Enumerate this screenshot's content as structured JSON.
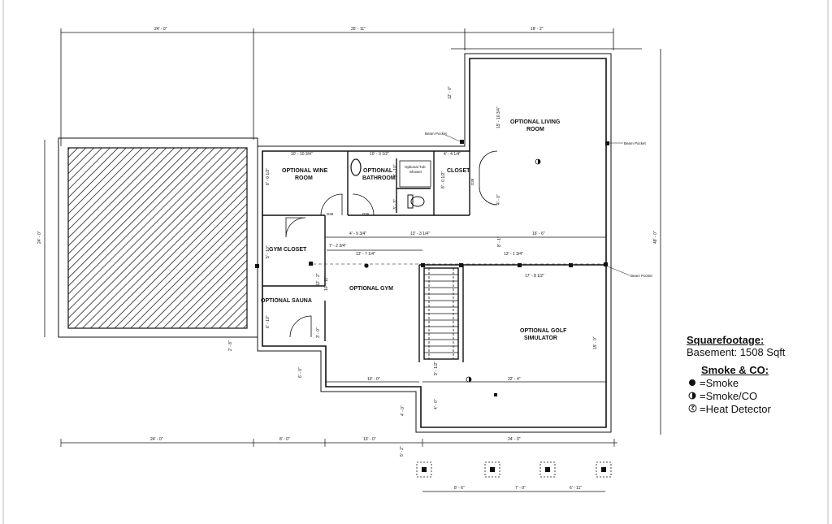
{
  "dimensions": {
    "top_left": "24' - 0\"",
    "top_mid": "26' - 11\"",
    "top_right": "18' - 2\"",
    "left_side": "24' - 0\"",
    "right_side": "48' - 0\"",
    "wine_width": "10' - 10 3/4\"",
    "bath_width": "10' - 3 1/2\"",
    "closet_width": "4' - 4 1/4\"",
    "living_depth_top": "12' - 0\"",
    "living_depth_mid": "15' - 10 3/4\"",
    "wine_depth": "8' - 0 1/2\"",
    "tub_depth": "3' - 10\"",
    "toilet_depth": "3' - 3\"",
    "closet_depth": "8' - 0 1/2\"",
    "right_door_height": "4' - 0\"",
    "hall_a": "4' - 9 3/4\"",
    "hall_b": "13' - 3 1/4\"",
    "hall_c": "16' - 6\"",
    "hall_d": "7' - 2 3/4\"",
    "hall_e": "8' - 1\"",
    "gym_width": "13' - 7 1/4\"",
    "stair_top": "13' - 1 3/4\"",
    "golf_width": "17' - 8 1/2\"",
    "gym_depth": "12' - 2\"",
    "gym_depth2": "10' - 11\"",
    "gym_closet_depth": "5' - 10\"",
    "sauna_depth": "6' - 10\"",
    "sauna_step": "3' - 0\"",
    "golf_depth": "15' - 0\"",
    "golf_width_bottom": "22' - 4\"",
    "gym_bottom": "13' - 0\"",
    "left_step_a": "2' - 8\"",
    "left_step_b": "6' - 0\"",
    "stair_bottom_a": "9' - 1/2\"",
    "stair_bottom_b": "4' - 0\"",
    "notch_a": "4' - 0\"",
    "bottom_a": "24' - 0\"",
    "bottom_b": "8' - 0\"",
    "bottom_c": "13' - 0\"",
    "bottom_d": "24' - 0\"",
    "pier_gap": "5' - 2\"",
    "pier_a": "8' - 6\"",
    "pier_b": "7' - 0\"",
    "pier_c": "6' - 11\""
  },
  "rooms": {
    "wine_1": "OPTIONAL WINE",
    "wine_2": "ROOM",
    "bath_1": "OPTIONAL",
    "bath_2": "BATHROOM",
    "closet": "CLOSET",
    "living_1": "OPTIONAL LIVING",
    "living_2": "ROOM",
    "gym_closet": "GYM CLOSET",
    "gym": "OPTIONAL GYM",
    "sauna": "OPTIONAL SAUNA",
    "golf_1": "OPTIONAL GOLF",
    "golf_2": "SIMULATOR"
  },
  "notes": {
    "beam_pocket_1": "Beam Pocket",
    "beam_pocket_2": "Beam Pocket",
    "beam_pocket_3": "Beam Pocket",
    "tub_1": "Optional Tub",
    "tub_2": "Shower",
    "door_a": "D36",
    "door_b": "D38",
    "door_c": "D36"
  },
  "legend": {
    "heading": "Squarefootage:",
    "area": "Basement: 1508 Sqft",
    "smoke_heading": "Smoke & CO:",
    "smoke": "=Smoke",
    "smoke_co": "=Smoke/CO",
    "heat": "=Heat Detector"
  }
}
